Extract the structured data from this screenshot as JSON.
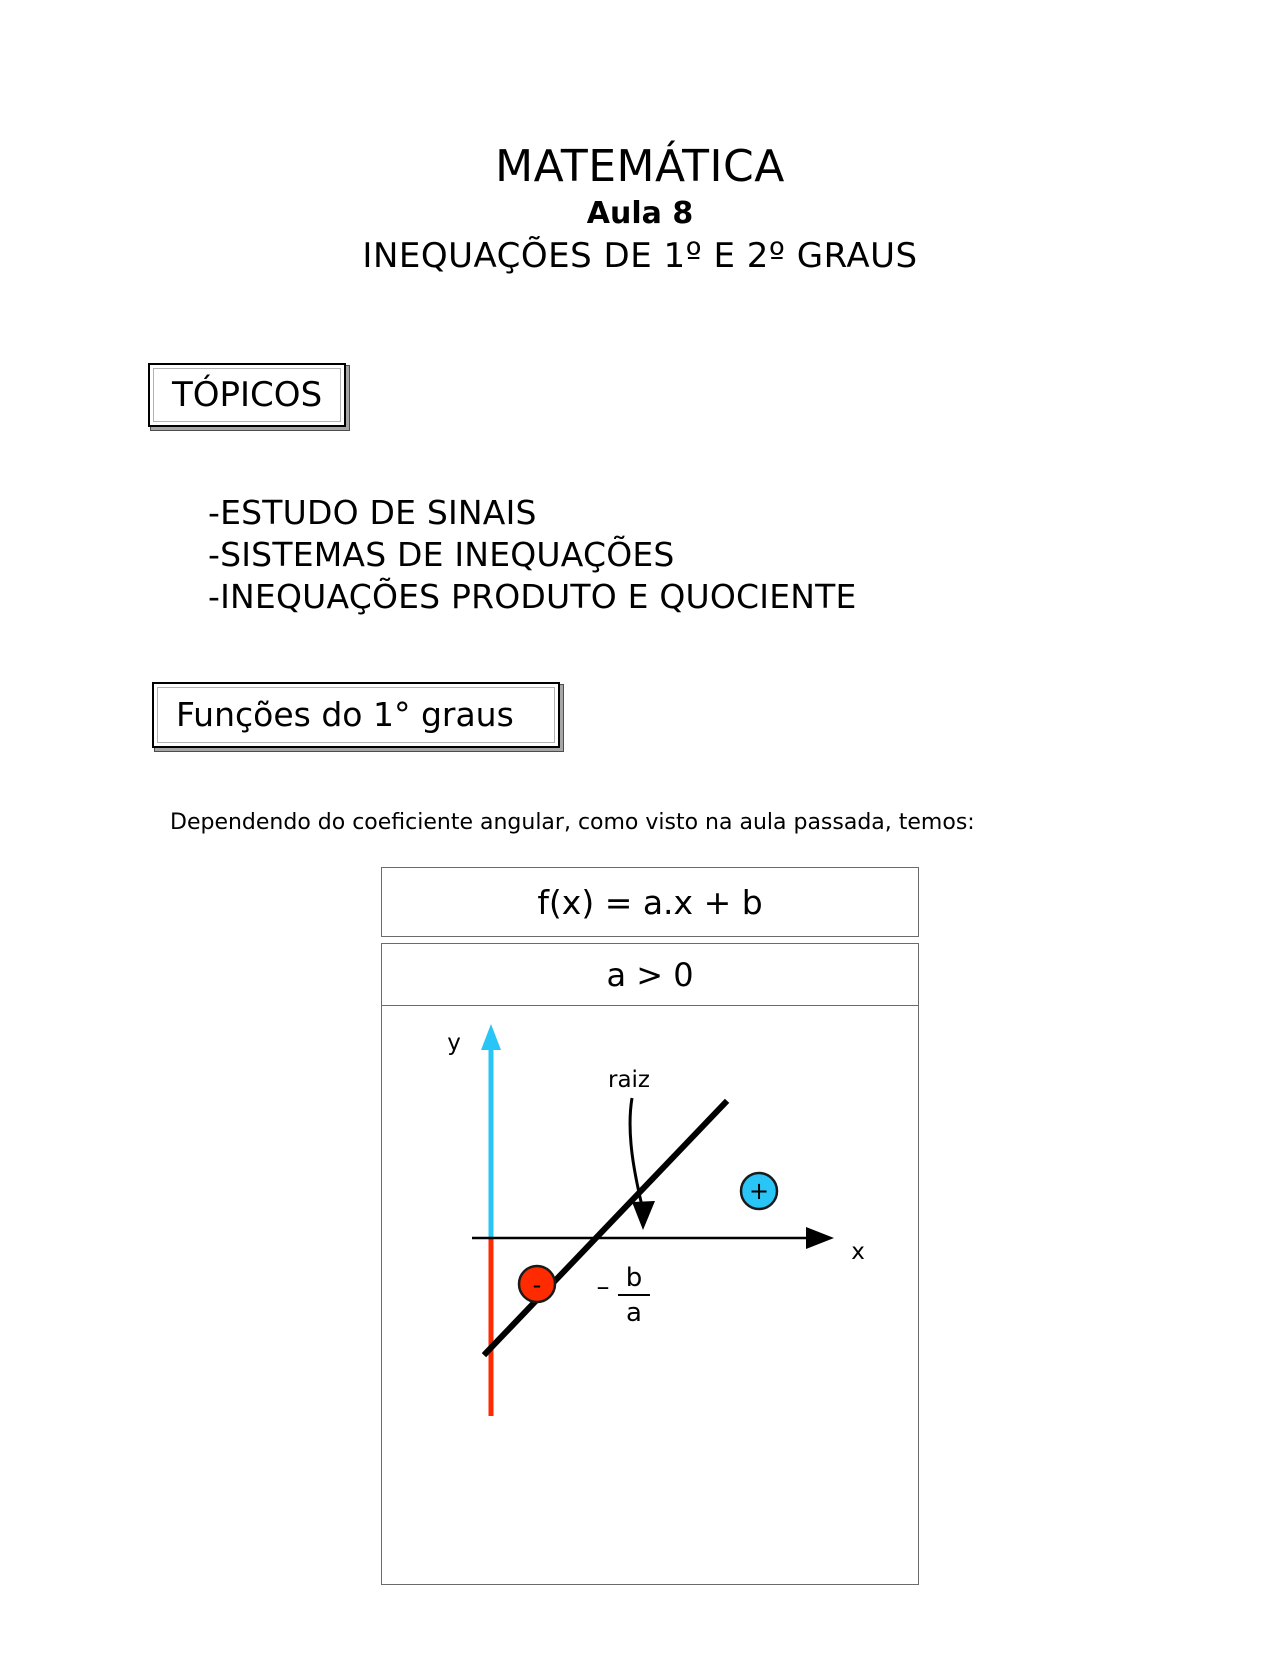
{
  "title": {
    "main": "MATEMÁTICA",
    "lesson": "Aula 8",
    "subject": "INEQUAÇÕES DE 1º E 2º GRAUS"
  },
  "topics_box": {
    "label": "TÓPICOS"
  },
  "topics": {
    "item1": "-ESTUDO DE SINAIS",
    "item2": "-SISTEMAS DE INEQUAÇÕES",
    "item3": "-INEQUAÇÕES PRODUTO E QUOCIENTE"
  },
  "functions_box": {
    "label": "Funções do 1° graus"
  },
  "intro": {
    "text": "Dependendo do coeficiente angular, como visto na aula passada, temos:"
  },
  "function_table": {
    "formula": "f(x) = a.x + b",
    "condition": "a > 0"
  },
  "graph": {
    "y_axis_label": "y",
    "x_axis_label": "x",
    "root_label": "raiz",
    "root_value_sign": "–",
    "root_value_numerator": "b",
    "root_value_denominator": "a",
    "positive_sign": "+",
    "negative_sign": "-",
    "colors": {
      "y_axis_positive": "#29C5F6",
      "y_axis_negative": "#FF2B00",
      "positive_badge": "#29C5F6",
      "negative_badge": "#FF2B00",
      "line": "#000000",
      "axis": "#000000"
    }
  }
}
